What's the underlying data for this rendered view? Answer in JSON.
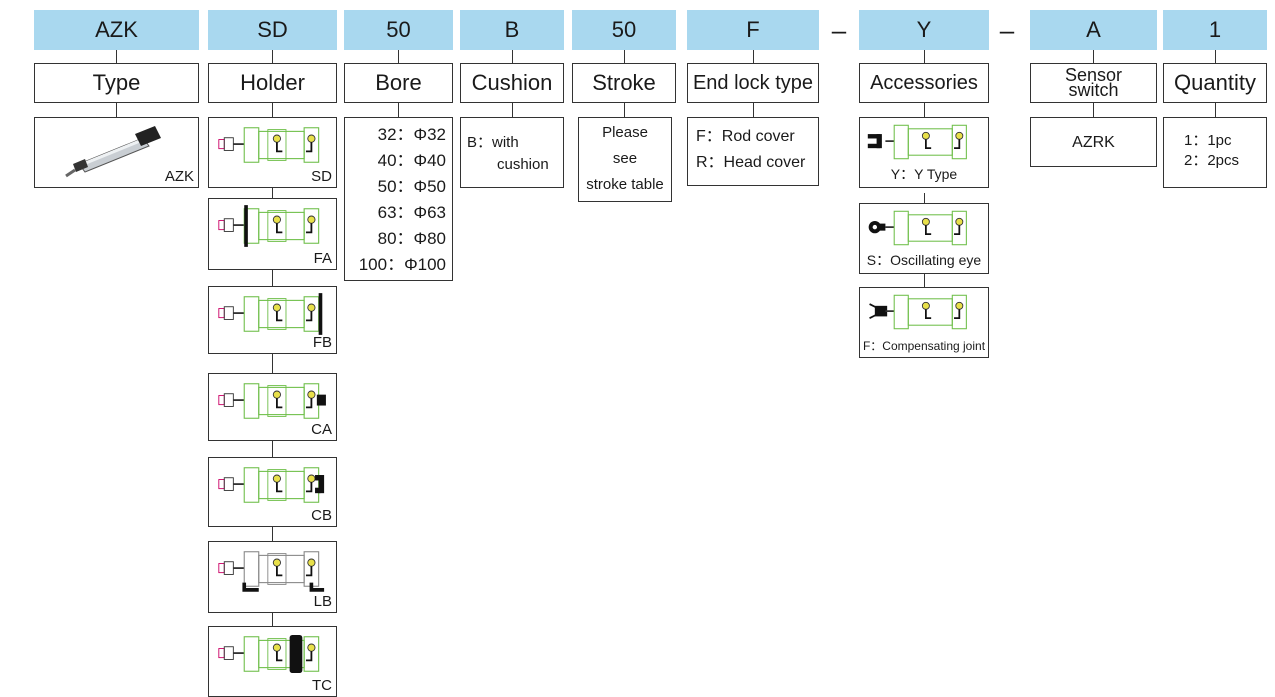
{
  "headers": [
    {
      "id": "type",
      "code": "AZK",
      "label": "Type"
    },
    {
      "id": "holder",
      "code": "SD",
      "label": "Holder"
    },
    {
      "id": "bore",
      "code": "50",
      "label": "Bore"
    },
    {
      "id": "cushion",
      "code": "B",
      "label": "Cushion"
    },
    {
      "id": "stroke",
      "code": "50",
      "label": "Stroke"
    },
    {
      "id": "endlock",
      "code": "F",
      "label": "End lock type"
    },
    {
      "id": "accessories",
      "code": "Y",
      "label": "Accessories"
    },
    {
      "id": "sensor",
      "code": "A",
      "label_line1": "Sensor",
      "label_line2": "switch"
    },
    {
      "id": "quantity",
      "code": "1",
      "label": "Quantity"
    }
  ],
  "separators": [
    "–",
    "–"
  ],
  "type_option": "AZK",
  "holder_options": [
    "SD",
    "FA",
    "FB",
    "CA",
    "CB",
    "LB",
    "TC"
  ],
  "bore_options": [
    "32：Φ32",
    "40：Φ40",
    "50：Φ50",
    "63：Φ63",
    "80：Φ80",
    "100：Φ100"
  ],
  "cushion_option": {
    "line1": "B：with",
    "line2": "cushion"
  },
  "stroke_option": {
    "line1": "Please",
    "line2": "see",
    "line3": "stroke table"
  },
  "endlock_options": [
    "F：Rod cover",
    "R：Head cover"
  ],
  "accessory_options": [
    "Y：Y Type",
    "S：Oscillating eye",
    "F：Compensating joint"
  ],
  "sensor_option": "AZRK",
  "quantity_options": [
    "1：1pc",
    "2：2pcs"
  ],
  "colors": {
    "header_bg": "#a9d8ef",
    "body_green": "#6fbf4a",
    "line": "#333333"
  }
}
